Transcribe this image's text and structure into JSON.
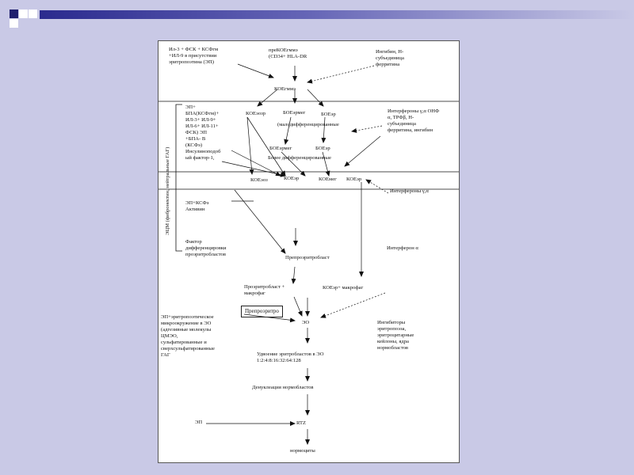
{
  "diagram": {
    "blocks": {
      "il3": "Ил-3 + ФСК + КСФгм\n+ИЛ-9 в присутствии\nэритропоэтина (ЭП)",
      "preko": "преКОЕгммэ\n(CD34+ HLA-DR",
      "inhib1": "Ингибин, Н-\nсубъединица\nферритина",
      "koegmme": "КОЕгммэ",
      "ep_list": "ЭП+\nБПА(КСФгм)+\nИЛ-3+ ИЛ-9+\nИЛ-6+ ИЛ-11+\nФСК) ЭП\n+БПА- В\n(КСФэ)\nИнсулиноподоб\nый фактор-1,",
      "koeeozr": "КОЕэозр",
      "boeermeg": "БОЕэрмег",
      "boeer": "БОЕэр",
      "maloder": "(малодифференцированные",
      "interf1": "Интерфероны γ,α ОНФ\nα, ТРФβ, Н-\nсубъединица\nферритина, ингибин",
      "boeermeg2": "БОЕэрмег",
      "boeer2": "БОЕэр",
      "bolee": "Более дифференцированные",
      "koeeoz": "КОЕэоз",
      "koeer": "КОЕэр",
      "koemeg": "КОЕмег",
      "koeer2": "КОЕэр",
      "interf2": "Интерфероны γ,α",
      "ep_ksfe": "ЭП+КСФэ\nАктивин",
      "factor": "Фактор\nдифференцировки\nпроэритробластов",
      "preproer": "Препроэритробласт",
      "interf3": "Интерферон α",
      "proer_mak": "Проэритробласт +\nмакрофаг",
      "koeer_mak": "КОЕэр+ макрофаг",
      "preproer_box": "Препроэритро",
      "eo": "ЭО",
      "ep_micro": "ЭП+эритропоэтическое\nмикроокружение в ЭО\n(адгезивные молекулы\nЦМЭО,\nсульфатированные и\nсверхсульфатированные\nГАГ",
      "inhib2": "Ингибиторы\nэритропоэза,\nэритроцитарные\nкейлоны, ядра\nнормобластов",
      "udvoenie": "Удвоение эритробластов в ЭО\n1:2:4:8:16:32:64:128",
      "denukl": "Денуклеация нормобластов",
      "ep": "ЭП",
      "rtz": "RTZ",
      "normocity": "нормоциты",
      "ecm": "ЭЦМ (фибронектин, нейтральные ГАГ)"
    }
  },
  "style": {
    "slide_bg": "#c9c9e6",
    "stripe_dark": "#2a2a8e",
    "square_dark": "#1f1f6e",
    "square_light": "#ffffff"
  }
}
